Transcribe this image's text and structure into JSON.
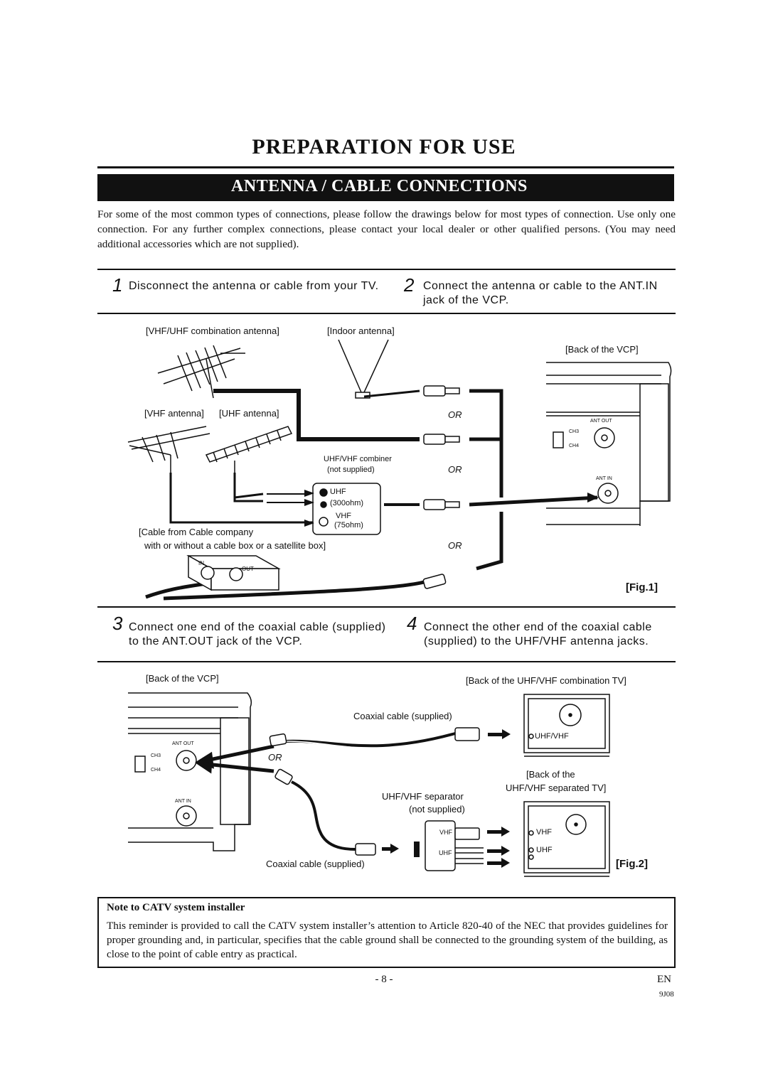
{
  "page": {
    "title": "PREPARATION FOR USE",
    "section_banner": "ANTENNA / CABLE CONNECTIONS",
    "intro": "For some of the most common types of connections, please follow the drawings below for most types of connection. Use only one connection. For any further complex connections, please contact your local dealer or other qualified persons. (You may need additional accessories which are not supplied).",
    "page_number": "- 8 -",
    "language": "EN",
    "doc_code": "9J08"
  },
  "steps": [
    {
      "num": "1",
      "text": "Disconnect the antenna or cable from your TV."
    },
    {
      "num": "2",
      "text": "Connect the antenna or cable to the ANT.IN jack of the VCP."
    },
    {
      "num": "3",
      "text": "Connect one end of the coaxial cable (supplied) to the ANT.OUT jack of the VCP."
    },
    {
      "num": "4",
      "text": "Connect the other end of the coaxial cable (supplied) to the UHF/VHF antenna jacks."
    }
  ],
  "fig1": {
    "label": "[Fig.1]",
    "vhf_uhf_combination_antenna": "[VHF/UHF combination antenna]",
    "indoor_antenna": "[Indoor antenna]",
    "vhf_antenna": "[VHF antenna]",
    "uhf_antenna": "[UHF antenna]",
    "back_of_vcp": "[Back of the VCP]",
    "or": "OR",
    "combiner_label": "UHF/VHF combiner",
    "combiner_note": "(not supplied)",
    "uhf": "UHF",
    "uhf_ohm": "(300ohm)",
    "vhf": "VHF",
    "vhf_ohm": "(75ohm)",
    "cable_company_line1": "[Cable from Cable company",
    "cable_company_line2": "with or without a cable box or a satellite box]",
    "box_in": "IN",
    "box_out": "OUT",
    "ant_out": "ANT OUT",
    "ant_in": "ANT IN",
    "ch3": "CH3",
    "ch4": "CH4"
  },
  "fig2": {
    "label": "[Fig.2]",
    "back_of_vcp": "[Back of the VCP]",
    "back_of_combo_tv": "[Back of the UHF/VHF combination TV]",
    "coaxial_supplied": "Coaxial cable (supplied)",
    "uhf_vhf": "UHF/VHF",
    "or": "OR",
    "back_of_the": "[Back of the",
    "separated_tv": "UHF/VHF separated TV]",
    "separator": "UHF/VHF separator",
    "separator_note": "(not supplied)",
    "vhf": "VHF",
    "uhf": "UHF",
    "ant_out": "ANT OUT",
    "ant_in": "ANT IN",
    "ch3": "CH3",
    "ch4": "CH4"
  },
  "note": {
    "heading": "Note to CATV system installer",
    "body": "This reminder is provided to call the CATV system installer’s attention to Article 820-40 of the NEC that provides guidelines for proper grounding and, in particular, specifies that the cable ground shall be connected to the grounding system of the building, as close to the point of cable entry as practical."
  }
}
